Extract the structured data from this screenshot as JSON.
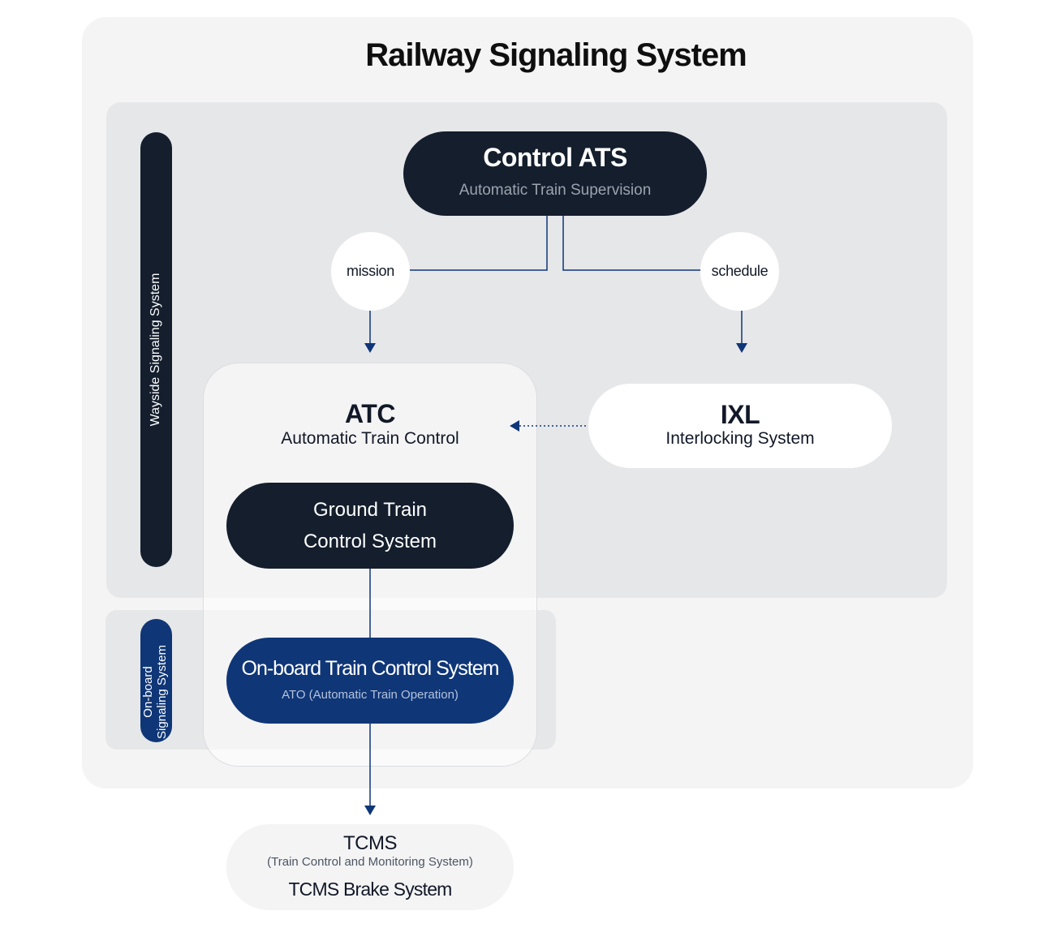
{
  "title": "Railway Signaling System",
  "wayside": {
    "label": "Wayside Signaling System"
  },
  "onboard": {
    "label_line1": "On-board",
    "label_line2": "Signaling System"
  },
  "ats": {
    "title": "Control ATS",
    "subtitle": "Automatic Train Supervision"
  },
  "flows": {
    "mission": "mission",
    "schedule": "schedule"
  },
  "atc": {
    "title": "ATC",
    "subtitle": "Automatic Train Control"
  },
  "ixl": {
    "title": "IXL",
    "subtitle": "Interlocking System"
  },
  "ground": {
    "line1": "Ground Train",
    "line2": "Control System"
  },
  "onboard_system": {
    "title": "On-board Train Control System",
    "subtitle": "ATO (Automatic Train Operation)"
  },
  "tcms": {
    "title": "TCMS",
    "subtitle": "(Train Control and Monitoring System)",
    "brake": "TCMS Brake System"
  },
  "colors": {
    "dark_navy": "#141e2d",
    "blue": "#0f3677",
    "connector": "#0f3677"
  }
}
